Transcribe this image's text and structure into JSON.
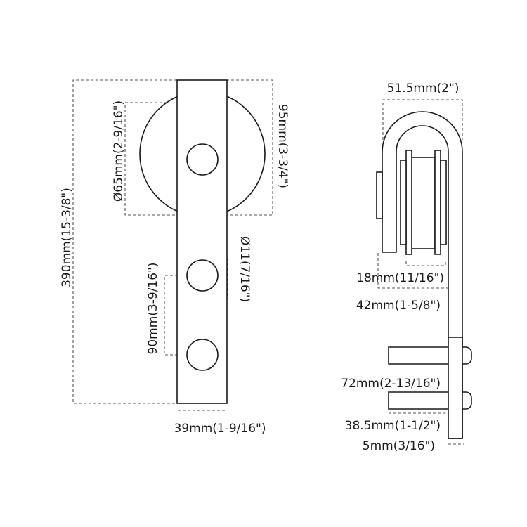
{
  "colors": {
    "line": "#1a1a1a",
    "dimension": "#555555",
    "background": "#ffffff"
  },
  "front_view": {
    "total_height": "390mm(15-3/8\")",
    "wheel_diameter": "Ø65mm(2-9/16\")",
    "wheel_height": "95mm(3-3/4\")",
    "hole_spacing": "90mm(3-9/16\")",
    "hole_diameter": "Ø11(7/16\")",
    "strap_width": "39mm(1-9/16\")"
  },
  "side_view": {
    "overall_width": "51.5mm(2\")",
    "wheel_width": "18mm(11/16\")",
    "offset_depth": "42mm(1-5/8\")",
    "spacer_length": "72mm(2-13/16\")",
    "spacer_depth": "38.5mm(1-1/2\")",
    "thickness": "5mm(3/16\")"
  }
}
